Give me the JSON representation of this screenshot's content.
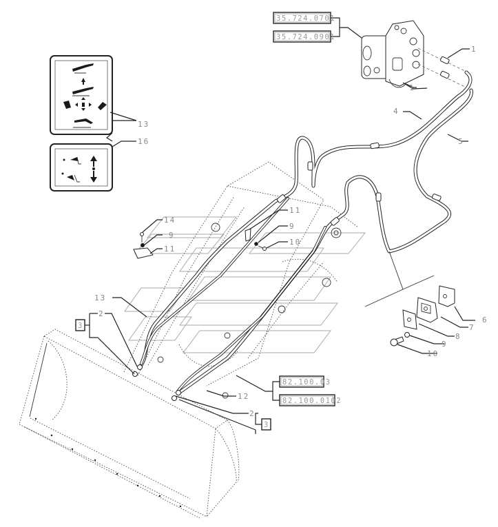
{
  "diagram": {
    "kind": "exploded parts diagram - loader bucket hydraulic lines",
    "reference_codes": {
      "valve_upper": "35.724.0701",
      "valve_lower": "35.724.0901",
      "bucket_upper": "82.100.03",
      "bucket_lower": "82.100.0102"
    },
    "small_refs": {
      "left_box": "3",
      "right_box": "3"
    },
    "callouts": {
      "fitting_upper": "1",
      "fitting_lower": "1",
      "hose_4": "4",
      "hose_5": "5",
      "bracket_plate": "6",
      "clamp_block": "7",
      "clamp_plate": "8",
      "washer": "9",
      "bolt": "10",
      "decal_13": "13",
      "decal_16": "16",
      "left_bolt": "14",
      "left_washer": "9",
      "left_clamp": "11",
      "center_clamp": "11",
      "center_washer": "9",
      "center_bolt": "10",
      "pipe_13": "13",
      "left_coupler": "2",
      "right_coupler": "2",
      "right_pipe_12": "12"
    },
    "icons": {
      "decal_upper": "joystick-function-decal-icon",
      "decal_lower": "lift-lower-decal-icon",
      "valve": "control-valve-icon",
      "bucket": "loader-bucket-icon"
    },
    "colors": {
      "line": "#222222",
      "label": "#888888",
      "watermark": "#aaaaaa",
      "background": "#ffffff"
    }
  }
}
